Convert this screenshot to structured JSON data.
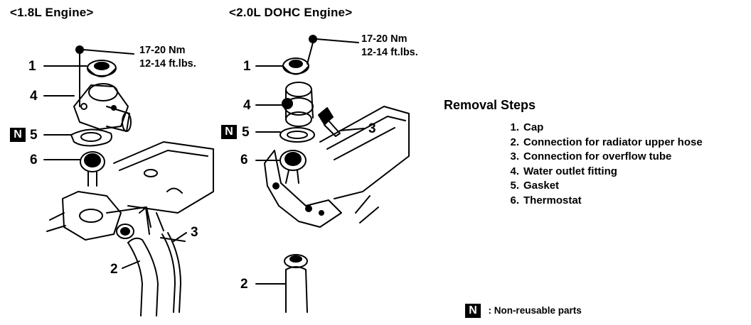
{
  "left_engine": {
    "heading": "<1.8L Engine>",
    "torque": {
      "nm": "17-20 Nm",
      "ftlbs": "12-14 ft.lbs."
    },
    "callouts": {
      "c1": "1",
      "c4": "4",
      "c5": "5",
      "c6": "6",
      "c2": "2",
      "c3": "3"
    },
    "n_mark": "N"
  },
  "right_engine": {
    "heading": "<2.0L DOHC Engine>",
    "torque": {
      "nm": "17-20 Nm",
      "ftlbs": "12-14 ft.lbs."
    },
    "callouts": {
      "c1": "1",
      "c4": "4",
      "c5": "5",
      "c3": "3",
      "c6": "6",
      "c2": "2"
    },
    "n_mark": "N"
  },
  "removal": {
    "title": "Removal Steps",
    "steps": [
      {
        "num": "1.",
        "label": "Cap"
      },
      {
        "num": "2.",
        "label": "Connection for radiator upper hose"
      },
      {
        "num": "3.",
        "label": "Connection for overflow tube"
      },
      {
        "num": "4.",
        "label": "Water outlet fitting"
      },
      {
        "num": "5.",
        "label": "Gasket"
      },
      {
        "num": "6.",
        "label": "Thermostat"
      }
    ]
  },
  "legend": {
    "mark": "N",
    "text": ": Non-reusable parts"
  }
}
